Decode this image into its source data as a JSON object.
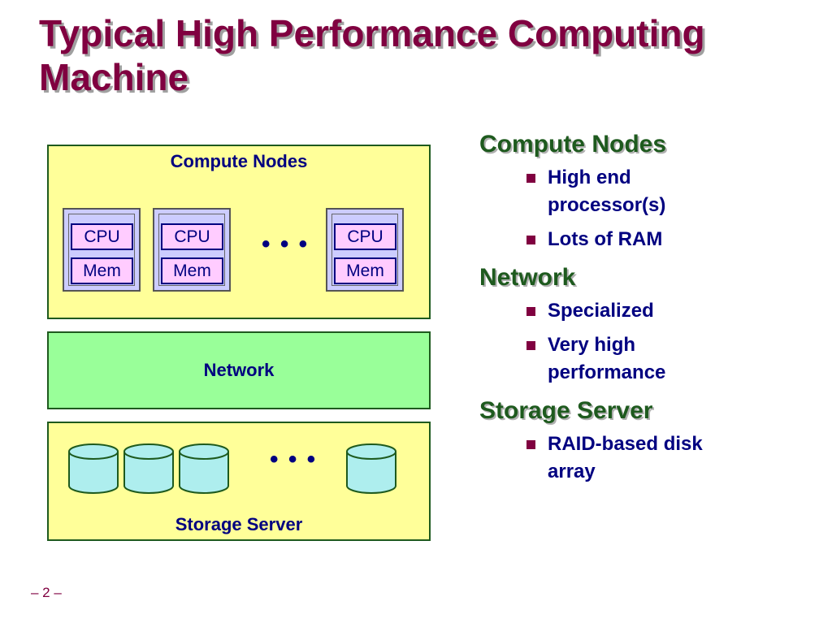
{
  "title": "Typical High Performance Computing Machine",
  "diagram": {
    "compute_box": {
      "label": "Compute Nodes",
      "nodes": [
        {
          "cpu": "CPU",
          "mem": "Mem"
        },
        {
          "cpu": "CPU",
          "mem": "Mem"
        },
        {
          "cpu": "CPU",
          "mem": "Mem"
        }
      ],
      "ellipsis": "• • •"
    },
    "network_box": {
      "label": "Network"
    },
    "storage_box": {
      "label": "Storage Server",
      "disk_count": 4,
      "ellipsis": "• • •",
      "disk_fill": "#aeeeee",
      "disk_stroke": "#1e5a1e"
    }
  },
  "sections": [
    {
      "heading": "Compute Nodes",
      "bullets": [
        "High end processor(s)",
        "Lots of RAM"
      ]
    },
    {
      "heading": "Network",
      "bullets": [
        "Specialized",
        "Very high performance"
      ]
    },
    {
      "heading": "Storage Server",
      "bullets": [
        "RAID-based disk array"
      ]
    }
  ],
  "page_number": "– 2 –",
  "colors": {
    "title": "#800040",
    "compute_fill": "#ffff99",
    "network_fill": "#99ff99",
    "storage_fill": "#ffff99",
    "node_fill": "#ccccff",
    "chip_fill": "#ffccff",
    "heading": "#1e5a1e",
    "bullet_text": "#000080"
  }
}
